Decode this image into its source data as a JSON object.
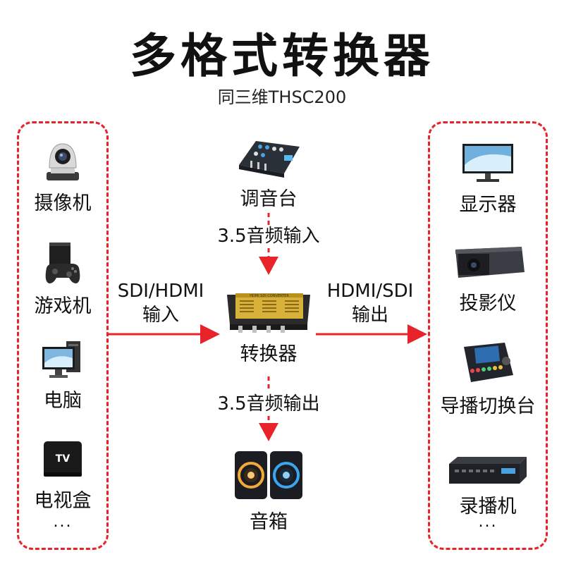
{
  "header": {
    "title": "多格式转换器",
    "subtitle": "同三维THSC200"
  },
  "inputs": {
    "devices": [
      {
        "label": "摄像机",
        "icon": "camera-icon"
      },
      {
        "label": "游戏机",
        "icon": "game-console-icon"
      },
      {
        "label": "电脑",
        "icon": "computer-icon"
      },
      {
        "label": "电视盒",
        "icon": "tv-box-icon",
        "badge": "TV"
      }
    ],
    "more": "..."
  },
  "outputs": {
    "devices": [
      {
        "label": "显示器",
        "icon": "monitor-icon"
      },
      {
        "label": "投影仪",
        "icon": "projector-icon"
      },
      {
        "label": "导播切换台",
        "icon": "switcher-icon"
      },
      {
        "label": "录播机",
        "icon": "recorder-icon"
      }
    ],
    "more": "..."
  },
  "center": {
    "mixer": {
      "label": "调音台",
      "icon": "mixer-icon"
    },
    "audio_in": "3.5音频输入",
    "converter": {
      "label": "转换器",
      "icon": "converter-icon",
      "panel_text": "HDMI SDI CONVERTER"
    },
    "audio_out": "3.5音频输出",
    "speakers": {
      "label": "音箱",
      "icon": "speaker-icon"
    }
  },
  "links": {
    "input_line1": "SDI/HDMI",
    "input_line2": "输入",
    "output_line1": "HDMI/SDI",
    "output_line2": "输出"
  },
  "colors": {
    "accent": "#e8232a",
    "text": "#111111"
  }
}
